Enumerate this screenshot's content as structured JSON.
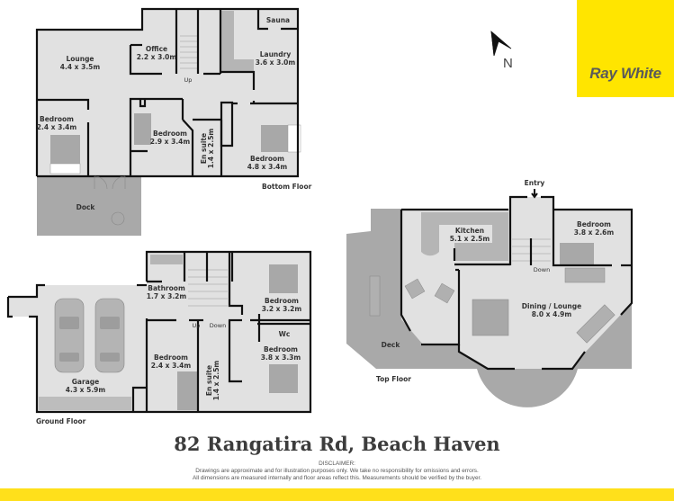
{
  "brand": {
    "name": "Ray White",
    "color": "#ffe500",
    "text_color": "#5a5a5a"
  },
  "compass": {
    "letter": "N",
    "icon": "north-arrow-icon"
  },
  "address": "82 Rangatira Rd, Beach Haven",
  "disclaimer": {
    "heading": "DISCLAIMER:",
    "line1": "Drawings are approximate and for illustration purposes only. We take no responsibility for omissions and errors.",
    "line2": "All dimensions are measured internally and floor areas reflect this. Measurements should be verified by the buyer."
  },
  "floors": {
    "bottom": {
      "label": "Bottom Floor",
      "rooms": [
        {
          "name": "Lounge",
          "size": "4.4 x 3.5m"
        },
        {
          "name": "Office",
          "size": "2.2 x 3.0m"
        },
        {
          "name": "Sauna",
          "size": ""
        },
        {
          "name": "Laundry",
          "size": "3.6 x 3.0m"
        },
        {
          "name": "Bedroom",
          "size": "2.4 x 3.4m"
        },
        {
          "name": "Bedroom",
          "size": "2.9 x 3.4m"
        },
        {
          "name": "En suite",
          "size": "1.4 x 2.5m"
        },
        {
          "name": "Bedroom",
          "size": "4.8 x 3.4m"
        },
        {
          "name": "Dock",
          "size": ""
        }
      ],
      "stairs": {
        "label": "Up"
      }
    },
    "ground": {
      "label": "Ground Floor",
      "rooms": [
        {
          "name": "Garage",
          "size": "4.3 x 5.9m"
        },
        {
          "name": "Bathroom",
          "size": "1.7 x 3.2m"
        },
        {
          "name": "Bedroom",
          "size": "3.2 x 3.2m"
        },
        {
          "name": "Wc",
          "size": ""
        },
        {
          "name": "Bedroom",
          "size": "3.8 x 3.3m"
        },
        {
          "name": "Bedroom",
          "size": "2.4 x 3.4m"
        },
        {
          "name": "En suite",
          "size": "1.4 x 2.5m"
        }
      ],
      "stairs": {
        "up": "Up",
        "down": "Down"
      }
    },
    "top": {
      "label": "Top Floor",
      "rooms": [
        {
          "name": "Kitchen",
          "size": "5.1 x 2.5m"
        },
        {
          "name": "Bedroom",
          "size": "3.8 x 2.6m"
        },
        {
          "name": "Dining / Lounge",
          "size": "8.0 x 4.9m"
        },
        {
          "name": "Deck",
          "size": ""
        }
      ],
      "entry": "Entry",
      "stairs": {
        "label": "Down"
      }
    }
  }
}
